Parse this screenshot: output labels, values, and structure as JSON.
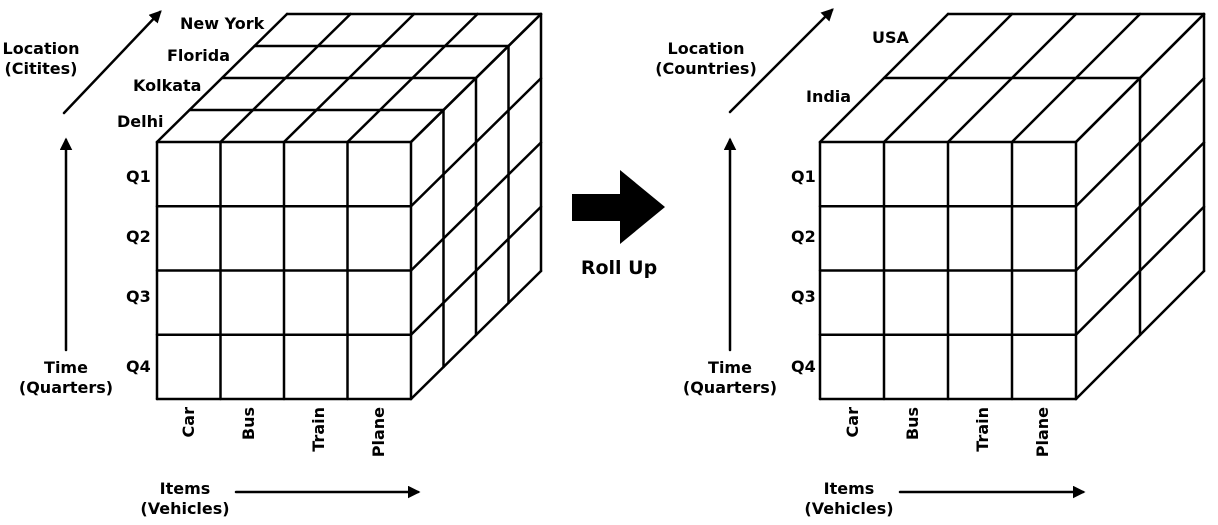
{
  "left_cube": {
    "location_axis": {
      "line1": "Location",
      "line2": "(Citites)"
    },
    "locations": [
      "New York",
      "Florida",
      "Kolkata",
      "Delhi"
    ],
    "time_axis": {
      "line1": "Time",
      "line2": "(Quarters)"
    },
    "quarters": [
      "Q1",
      "Q2",
      "Q3",
      "Q4"
    ],
    "items": [
      "Car",
      "Bus",
      "Train",
      "Plane"
    ],
    "items_axis": {
      "line1": "Items",
      "line2": "(Vehicles)"
    }
  },
  "operation": {
    "label": "Roll Up"
  },
  "right_cube": {
    "location_axis": {
      "line1": "Location",
      "line2": "(Countries)"
    },
    "locations": [
      "USA",
      "India"
    ],
    "time_axis": {
      "line1": "Time",
      "line2": "(Quarters)"
    },
    "quarters": [
      "Q1",
      "Q2",
      "Q3",
      "Q4"
    ],
    "items": [
      "Car",
      "Bus",
      "Train",
      "Plane"
    ],
    "items_axis": {
      "line1": "Items",
      "line2": "(Vehicles)"
    }
  }
}
